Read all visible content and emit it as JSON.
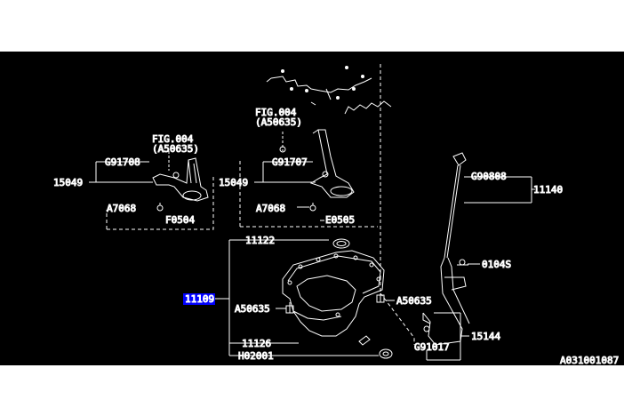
{
  "diagram": {
    "background": "#000000",
    "line_color": "#ffffff",
    "highlight_color": "#0000ff"
  },
  "labels": {
    "fig004_left": "FIG.004",
    "fig004_left_sub": "(A50635)",
    "g91708": "G91708",
    "p15049_left": "15049",
    "a7068_left": "A7068",
    "f0504": "F0504",
    "fig004_mid": "FIG.004",
    "fig004_mid_sub": "(A50635)",
    "g91707": "G91707",
    "p15049_mid": "15049",
    "a7068_mid": "A7068",
    "e0505": "E0505",
    "g90808": "G90808",
    "p11140": "11140",
    "p11122": "11122",
    "p11109": "11109",
    "a50635_left": "A50635",
    "a50635_right": "A50635",
    "p0104s": "0104S",
    "p15144": "15144",
    "g91017": "G91017",
    "p11126": "11126",
    "h02001": "H02001",
    "footer_code": "A031001087"
  }
}
